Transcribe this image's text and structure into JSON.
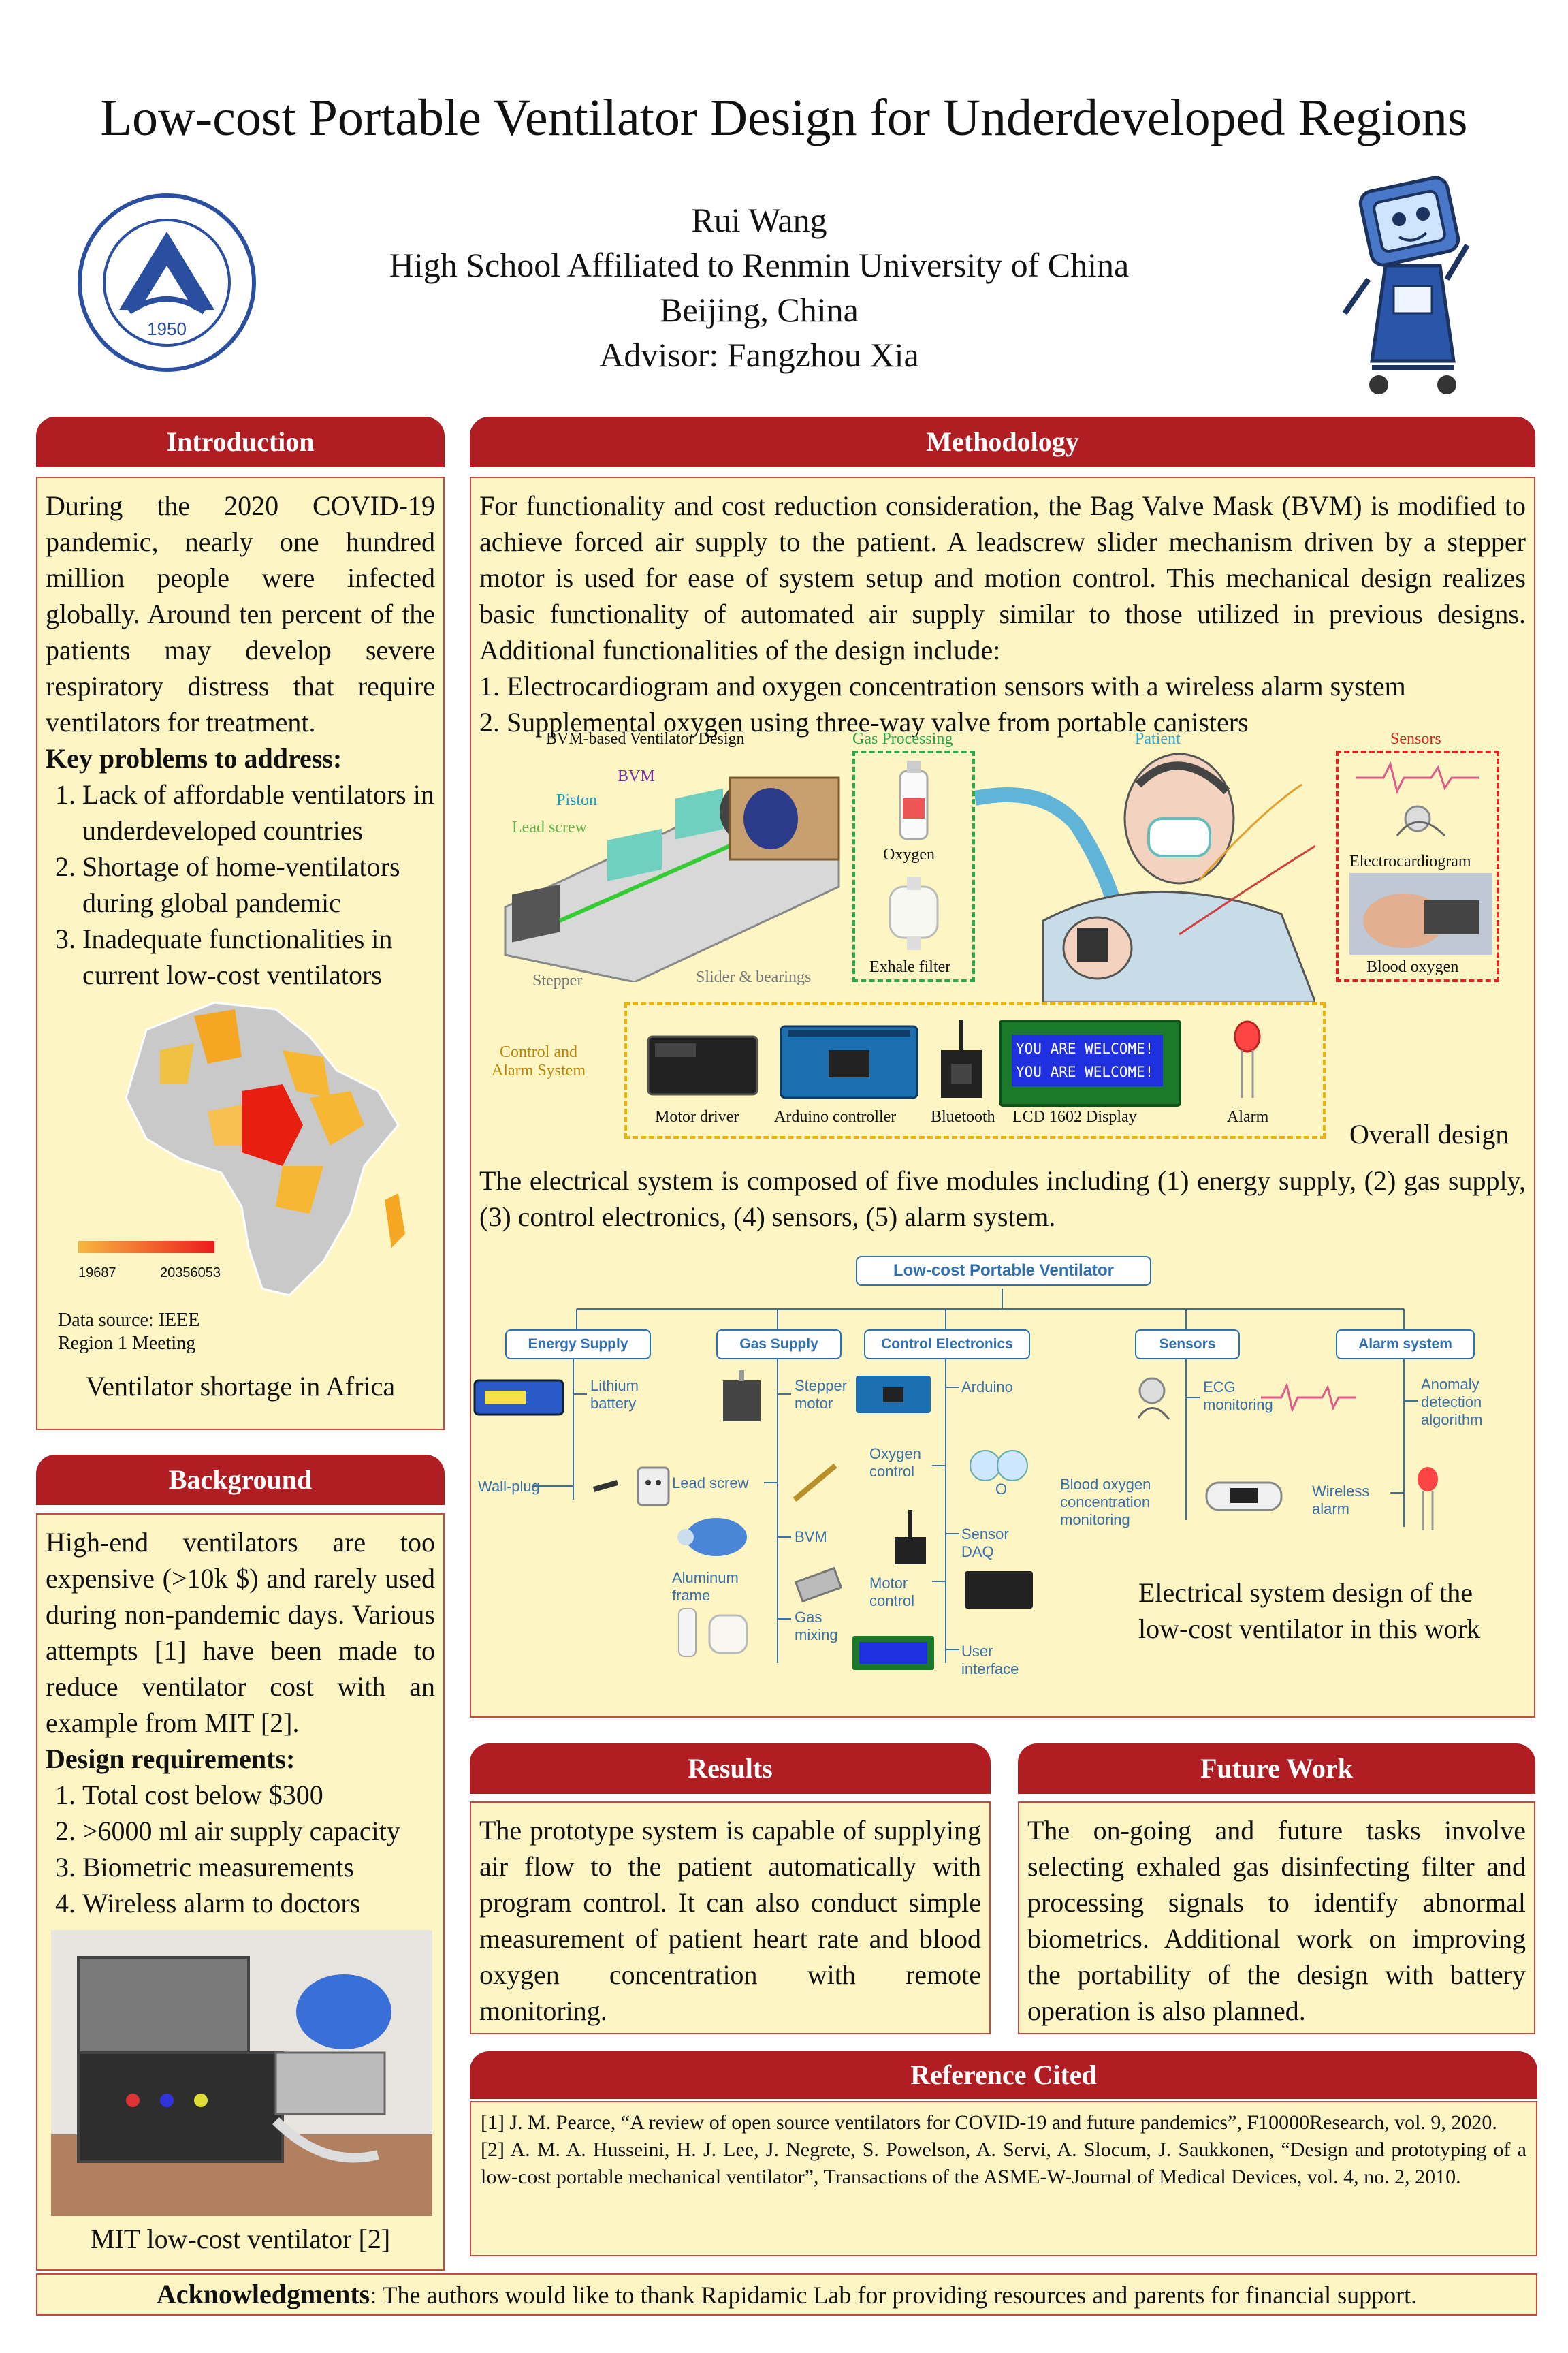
{
  "header": {
    "title": "Low-cost Portable Ventilator Design for Underdeveloped Regions",
    "author": "Rui Wang",
    "school": "High School Affiliated to Renmin University of China",
    "location": "Beijing, China",
    "advisor": "Advisor: Fangzhou Xia",
    "logo_year": "1950"
  },
  "intro": {
    "heading": "Introduction",
    "body": "During the 2020 COVID-19 pandemic, nearly one hundred million people were infected globally. Around ten percent of the patients may develop severe respiratory distress that require ventilators for treatment.",
    "key_title": "Key problems to address:",
    "key_items": [
      "Lack of affordable ventilators in underdeveloped countries",
      "Shortage of home-ventilators during global pandemic",
      "Inadequate functionalities in current low-cost ventilators"
    ],
    "legend_min": "19687",
    "legend_max": "20356053",
    "source_line1": "Data source: IEEE",
    "source_line2": "Region 1 Meeting",
    "map_caption": "Ventilator shortage in Africa"
  },
  "background": {
    "heading": "Background",
    "body": "High-end ventilators are too expensive (>10k $) and rarely used during non-pandemic days. Various attempts [1] have been made to reduce ventilator cost with an example from MIT [2].",
    "req_title": "Design requirements:",
    "req_items": [
      "Total cost below $300",
      ">6000 ml air supply capacity",
      "Biometric measurements",
      "Wireless alarm to doctors"
    ],
    "photo_caption": "MIT low-cost ventilator [2]"
  },
  "methodology": {
    "heading": "Methodology",
    "para1": "For functionality and cost reduction consideration, the Bag Valve Mask (BVM) is modified to achieve forced air supply to the patient. A leadscrew slider mechanism driven by a stepper motor is used for ease of system setup and motion control. This mechanical design realizes basic functionality of automated air supply similar to those utilized in previous designs. Additional functionalities of the design include:",
    "list": [
      "1. Electrocardiogram and oxygen concentration sensors with a wireless alarm system",
      "2. Supplemental oxygen using three-way valve from portable canisters"
    ],
    "fig": {
      "bvm_title": "BVM-based Ventilator Design",
      "bvm": "BVM",
      "piston": "Piston",
      "lead_screw": "Lead screw",
      "stepper": "Stepper",
      "slider": "Slider & bearings",
      "gas_title": "Gas Processing",
      "oxygen": "Oxygen",
      "exhale": "Exhale filter",
      "patient": "Patient",
      "sensors": "Sensors",
      "ecg": "Electrocardiogram",
      "blood": "Blood oxygen",
      "control_title1": "Control and",
      "control_title2": "Alarm System",
      "motor_driver": "Motor driver",
      "arduino": "Arduino controller",
      "bluetooth": "Bluetooth",
      "lcd": "LCD 1602 Display",
      "lcd_line": "YOU ARE WELCOME!",
      "alarm": "Alarm",
      "overall": "Overall design"
    },
    "para2": "The electrical system is composed of five modules including (1) energy supply, (2) gas supply, (3) control electronics, (4) sensors, (5) alarm system.",
    "tree": {
      "root": "Low-cost Portable Ventilator",
      "energy": "Energy Supply",
      "gas": "Gas Supply",
      "control": "Control Electronics",
      "sensors": "Sensors",
      "alarm": "Alarm system",
      "lithium1": "Lithium",
      "lithium2": "battery",
      "wallplug": "Wall-plug",
      "stepper1": "Stepper",
      "stepper2": "motor",
      "leadscrew": "Lead screw",
      "bvm": "BVM",
      "alu1": "Aluminum",
      "alu2": "frame",
      "gasmix1": "Gas",
      "gasmix2": "mixing",
      "arduino": "Arduino",
      "oxy1": "Oxygen",
      "oxy2": "control",
      "o2": "O",
      "daq1": "Sensor",
      "daq2": "DAQ",
      "motor1": "Motor",
      "motor2": "control",
      "ui1": "User",
      "ui2": "interface",
      "ecg1": "ECG",
      "ecg2": "monitoring",
      "blood1": "Blood oxygen",
      "blood2": "concentration",
      "blood3": "monitoring",
      "anomaly1": "Anomaly",
      "anomaly2": "detection",
      "anomaly3": "algorithm",
      "wireless1": "Wireless",
      "wireless2": "alarm"
    },
    "tree_caption1": "Electrical system design of the",
    "tree_caption2": "low-cost ventilator in this work"
  },
  "results": {
    "heading": "Results",
    "body": "The prototype system is capable of supplying air flow to the patient automatically with program control. It can also conduct simple measurement of patient heart rate and blood oxygen concentration with remote monitoring."
  },
  "future": {
    "heading": "Future Work",
    "body": "The on-going and future tasks involve selecting exhaled gas disinfecting filter and processing signals to identify abnormal biometrics. Additional work on improving the portability of the design with battery operation is also planned."
  },
  "references": {
    "heading": "Reference Cited",
    "ref1": "[1] J. M. Pearce, “A review of open source ventilators for COVID-19 and future pandemics”, F10000Research, vol. 9, 2020.",
    "ref2": "[2] A. M. A. Husseini, H. J. Lee, J. Negrete, S. Powelson, A. Servi, A. Slocum, J. Saukkonen, “Design and prototyping of a low-cost portable mechanical ventilator”, Transactions of the ASME-W-Journal of Medical Devices, vol. 4, no. 2, 2010."
  },
  "ack": {
    "label": "Acknowledgments",
    "text": ": The authors would like to thank Rapidamic Lab for providing resources and parents for financial support."
  },
  "colors": {
    "accent": "#b01e23",
    "panel": "#fdf6c4",
    "diagram_blue": "#2f6fb3"
  }
}
